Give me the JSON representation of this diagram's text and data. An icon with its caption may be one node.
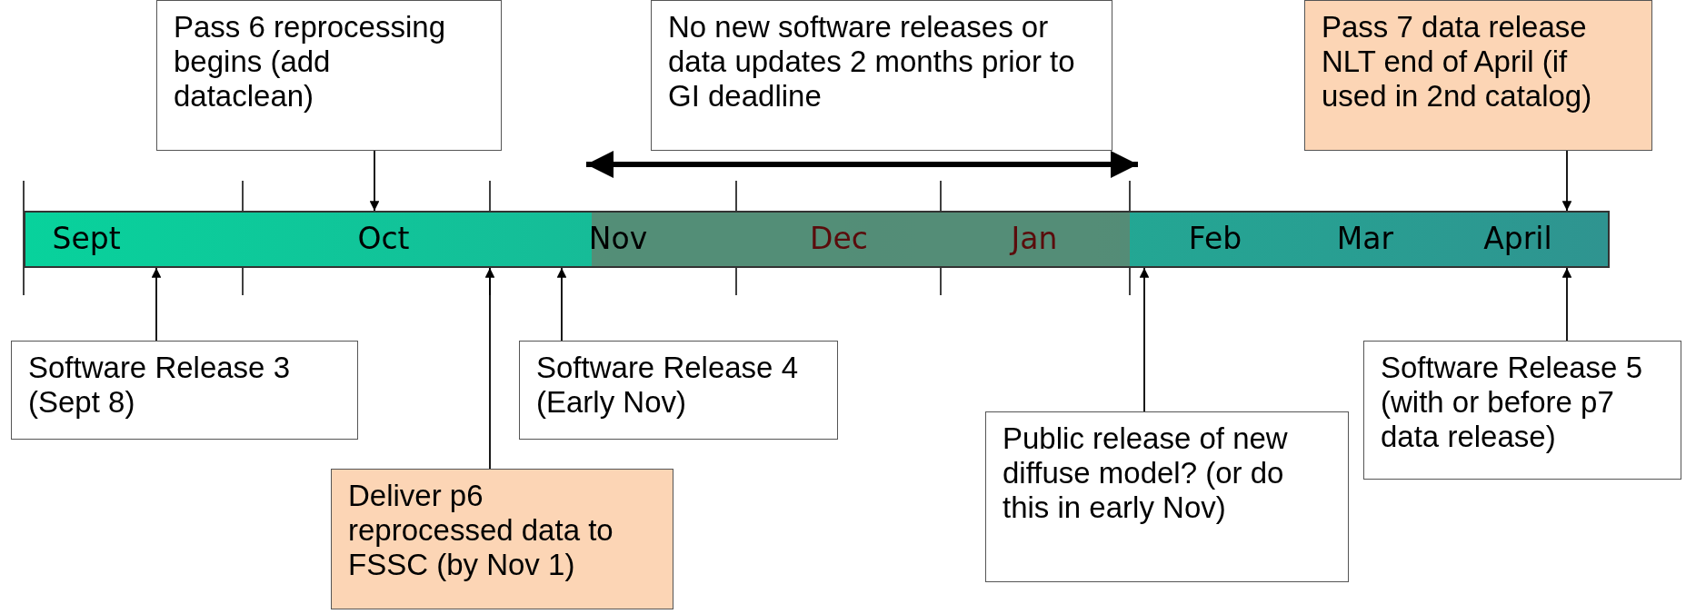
{
  "diagram": {
    "nodes": [
      {
        "text": [
          "Pass 6 reprocessing begins (add dataclean)"
        ]
      },
      {
        "text": [
          "No new software releases or data updates 2 months prior to GI deadline"
        ]
      },
      {
        "text": [
          "Pass 7 data release NLT end of April (if used in 2nd catalog)"
        ]
      },
      {
        "text": [
          "Software Release 3 (Sept 8)"
        ]
      },
      {
        "text": [
          "Deliver p6 reprocessed data to FSSC (by Nov 1)"
        ]
      },
      {
        "text": [
          "Software Release 4 (Early Nov)"
        ]
      },
      {
        "text": [
          "Public release of new diffuse model? (or do this in early Nov)"
        ]
      },
      {
        "text": [
          "Software Release 5 (with or before p7 data release)"
        ]
      },
      {
        "text": [],
        "shape": "bar"
      }
    ],
    "edges": [
      {
        "from": 0,
        "to": 8,
        "arrow": "to"
      },
      {
        "from": 2,
        "to": 8,
        "arrow": "to"
      },
      {
        "from": 3,
        "to": 8,
        "arrow": "to"
      },
      {
        "from": 4,
        "to": 8,
        "arrow": "to"
      },
      {
        "from": 5,
        "to": 8,
        "arrow": "to"
      },
      {
        "from": 6,
        "to": 8,
        "arrow": "to"
      },
      {
        "from": 7,
        "to": 8,
        "arrow": "to"
      }
    ],
    "labels": [
      "Sept",
      "Oct",
      "Nov",
      "Dec",
      "Jan",
      "Feb",
      "Mar",
      "April"
    ]
  }
}
